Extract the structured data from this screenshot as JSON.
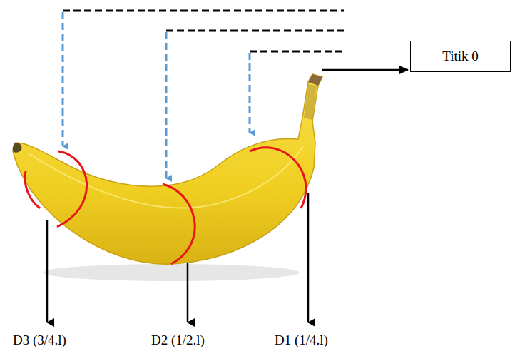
{
  "diagram": {
    "nodes": [
      {
        "text": [
          "Titik 0"
        ]
      }
    ],
    "labels": [
      "D3 (3/4.l)",
      "D2 (1/2.l)",
      "D1 (1/4.l)"
    ]
  }
}
